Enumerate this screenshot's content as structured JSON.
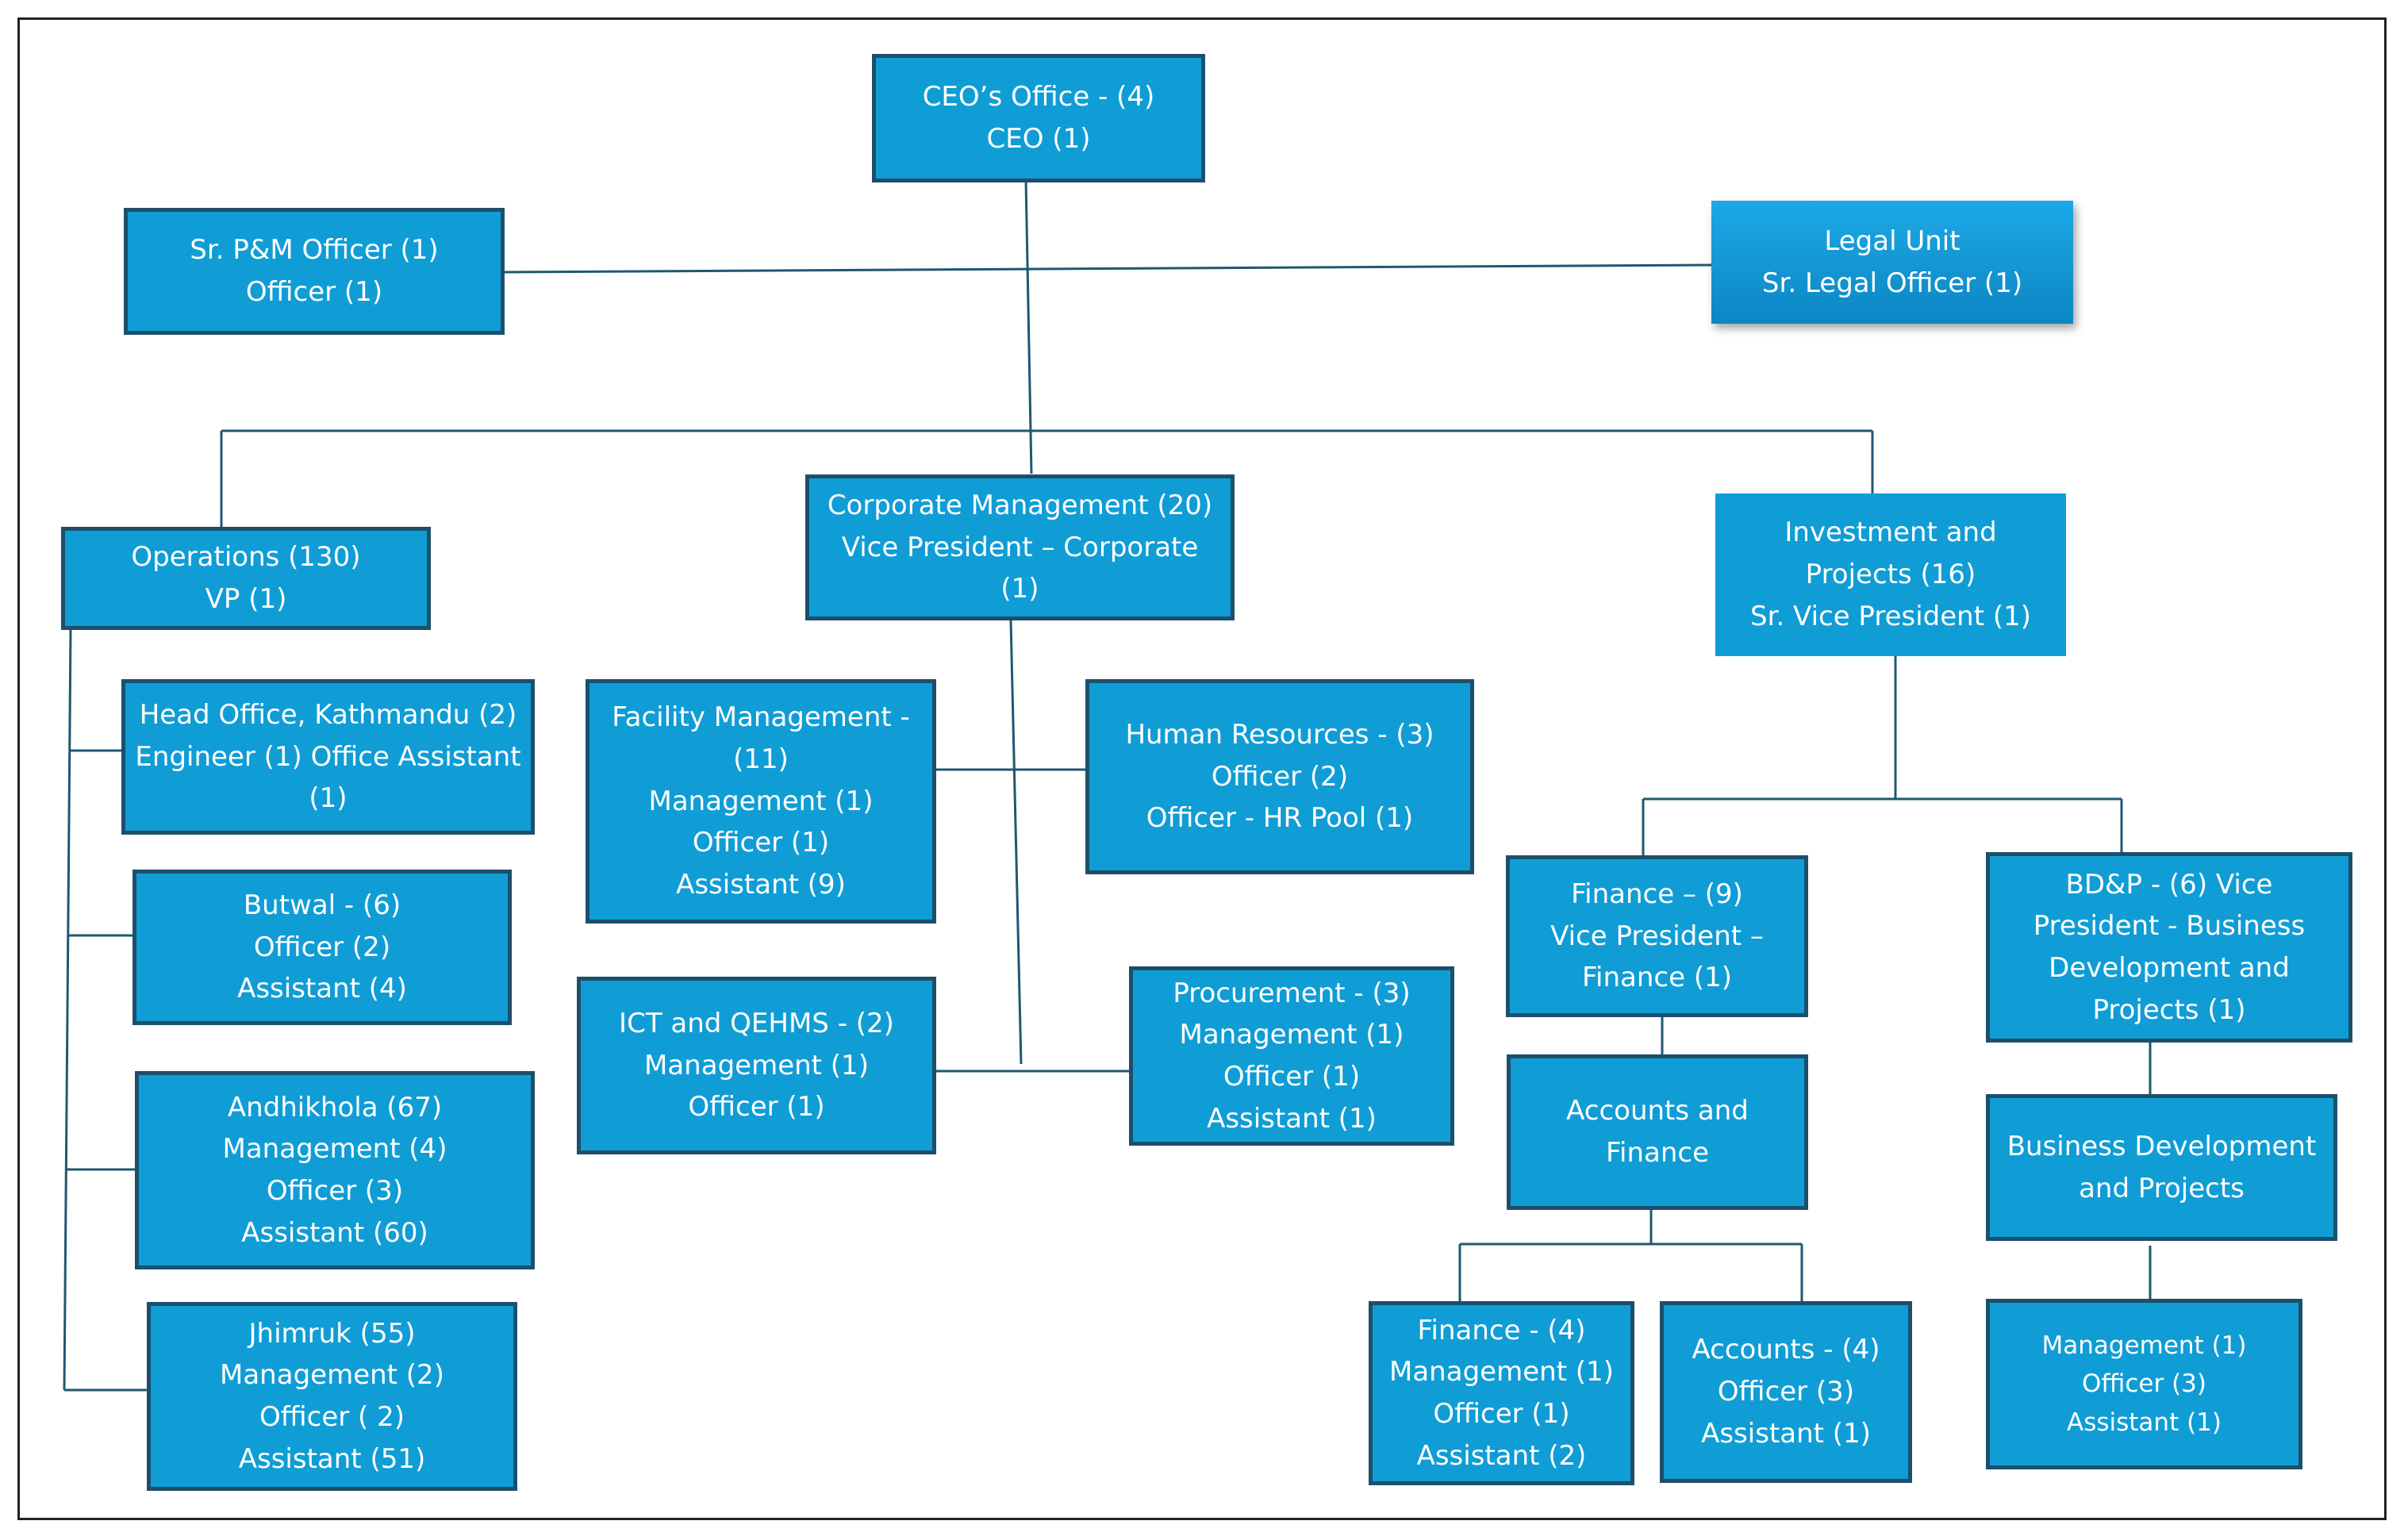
{
  "nodes": {
    "ceo": [
      "CEO’s Office - (4)",
      "CEO (1)"
    ],
    "pm": [
      "Sr. P&M Officer (1)",
      "Officer (1)"
    ],
    "legal": [
      "Legal Unit",
      "Sr. Legal Officer (1)"
    ],
    "operations": [
      "Operations (130)",
      "VP (1)"
    ],
    "corporate": [
      "Corporate Management (20)",
      "Vice President – Corporate",
      "(1)"
    ],
    "investment": [
      "Investment and",
      "Projects  (16)",
      "Sr. Vice President (1)"
    ],
    "head_office": [
      "Head Office, Kathmandu (2)",
      "Engineer (1) Office Assistant",
      "(1)"
    ],
    "butwal": [
      "Butwal - (6)",
      "Officer (2)",
      "Assistant (4)"
    ],
    "andhikhola": [
      "Andhikhola (67)",
      "Management (4)",
      "Officer (3)",
      "Assistant (60)"
    ],
    "jhimruk": [
      "Jhimruk (55)",
      "Management (2)",
      "Officer ( 2)",
      "Assistant (51)"
    ],
    "facility": [
      "Facility Management -",
      "(11)",
      "Management (1)",
      "Officer (1)",
      "Assistant (9)"
    ],
    "hr": [
      "Human Resources - (3)",
      "Officer (2)",
      "Officer - HR Pool  (1)"
    ],
    "ict": [
      "ICT and QEHMS - (2)",
      "Management (1)",
      "Officer (1)"
    ],
    "procurement": [
      "Procurement - (3)",
      "Management (1)",
      "Officer (1)",
      "Assistant (1)"
    ],
    "finance_vp": [
      "Finance – (9)",
      "Vice President –",
      "Finance (1)"
    ],
    "bdp_vp": [
      "BD&P  - (6) Vice",
      "President - Business",
      "Development and",
      "Projects  (1)"
    ],
    "accounts_finance": [
      "Accounts and",
      "Finance"
    ],
    "bd_projects": [
      "Business Development",
      "and Projects"
    ],
    "finance_4": [
      "Finance - (4)",
      "Management (1)",
      "Officer (1)",
      "Assistant (2)"
    ],
    "accounts_4": [
      "Accounts - (4)",
      "Officer (3)",
      "Assistant (1)"
    ],
    "bd_staff": [
      "Management (1)",
      "Officer (3)",
      "Assistant (1)"
    ]
  },
  "colors": {
    "box_fill": "#109dd6",
    "box_border": "#1d4f6b",
    "connector": "#1f5872",
    "text": "#ffffff"
  }
}
